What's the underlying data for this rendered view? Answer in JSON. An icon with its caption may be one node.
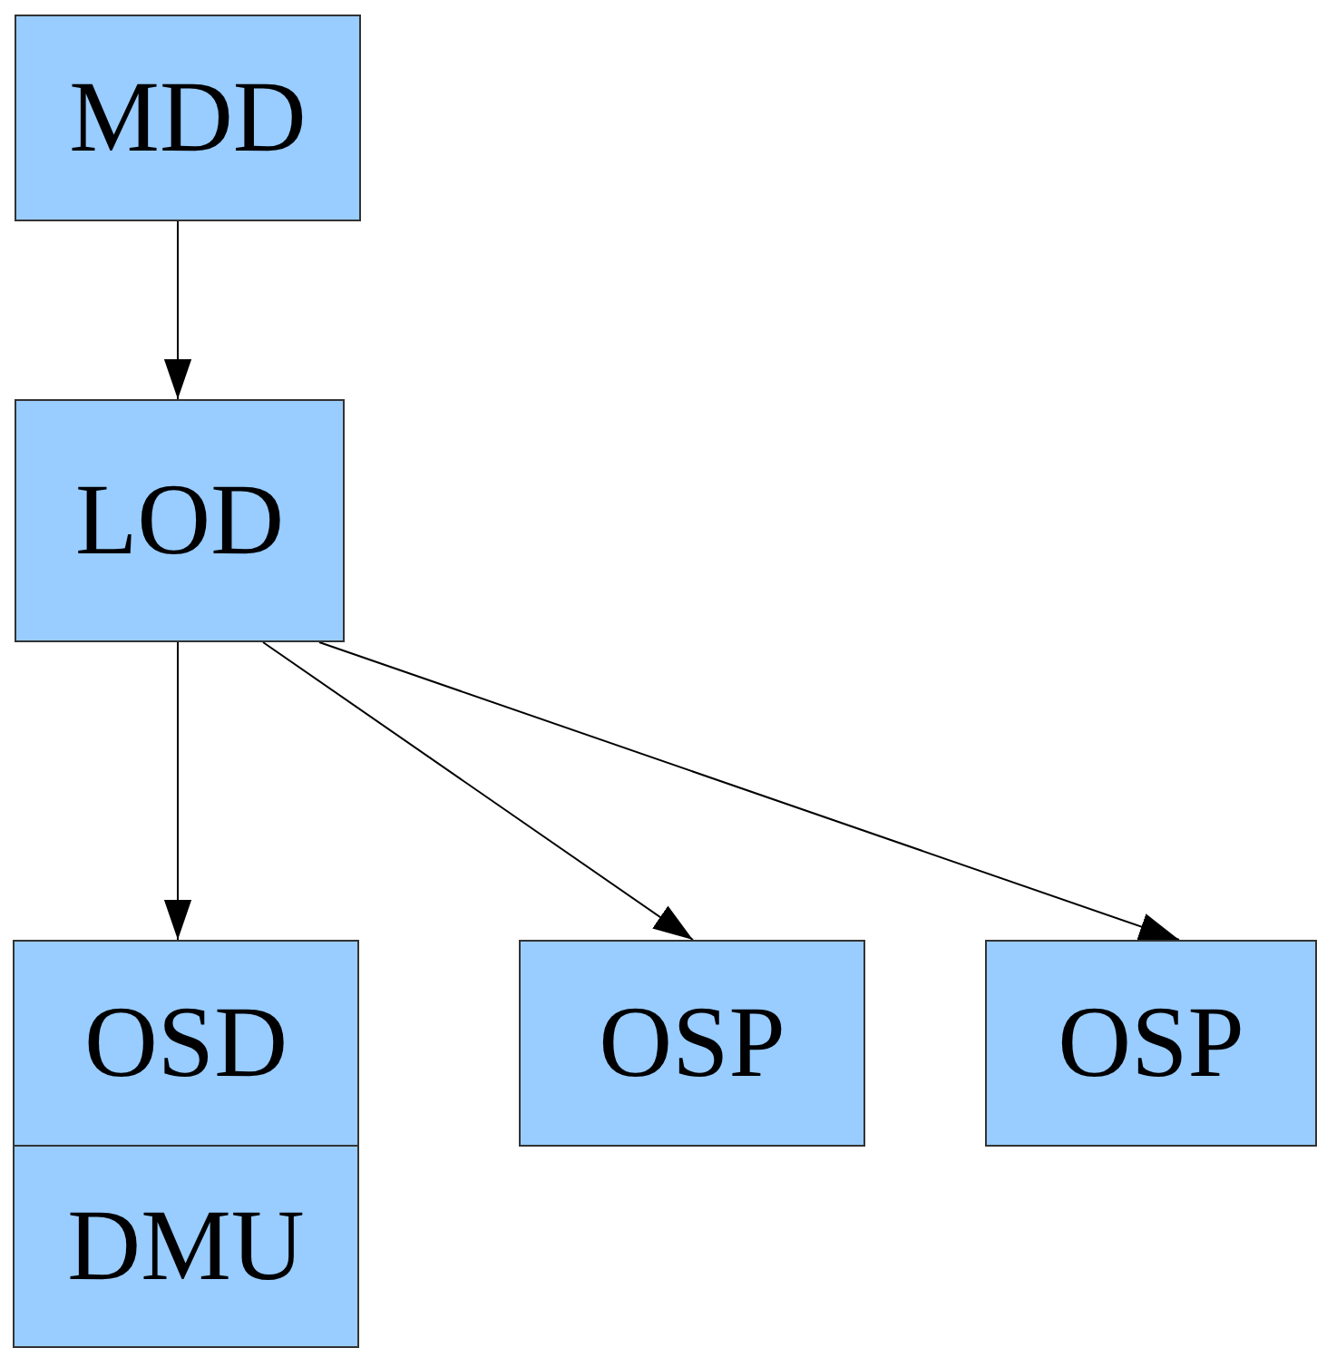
{
  "diagram": {
    "nodes": [
      {
        "text": [
          "MDD"
        ]
      },
      {
        "text": [
          "LOD"
        ]
      },
      {
        "text": [
          "OSD"
        ]
      },
      {
        "text": [
          "DMU"
        ]
      },
      {
        "text": [
          "OSP"
        ]
      },
      {
        "text": [
          "OSP"
        ]
      }
    ],
    "edges": [
      {
        "from": 0,
        "to": 1,
        "arrow": "to"
      },
      {
        "from": 1,
        "to": 2,
        "arrow": "to"
      },
      {
        "from": 1,
        "to": 4,
        "arrow": "to"
      },
      {
        "from": 1,
        "to": 5,
        "arrow": "to"
      }
    ]
  }
}
